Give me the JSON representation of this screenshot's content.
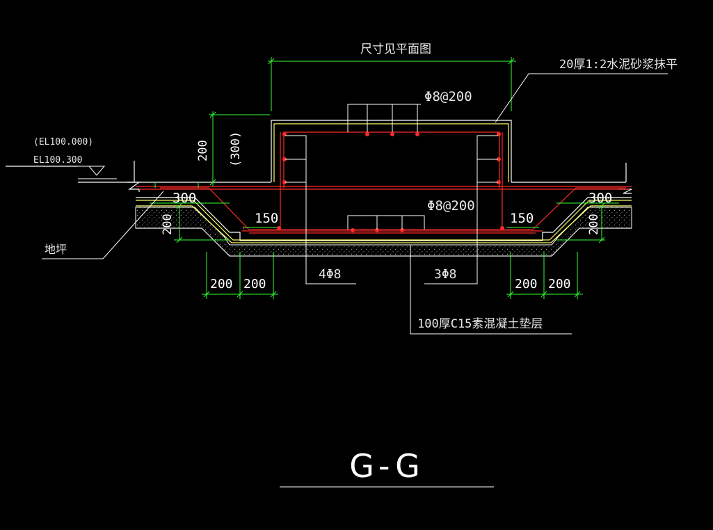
{
  "section_title": "G-G",
  "labels": {
    "plan_ref": "尺寸见平面图",
    "mortar": "20厚1:2水泥砂浆抹平",
    "rebar_top": "Φ8@200",
    "rebar_bottom": "Φ8@200",
    "el_bracket": "(EL100.000)",
    "el_level": "EL100.300",
    "ground": "地坪",
    "bars_left": "4Φ8",
    "bars_right": "3Φ8",
    "cushion": "100厚C15素混凝土垫层"
  },
  "dimensions": {
    "curb_height": "200",
    "curb_height_alt": "(300)",
    "left_300": "300",
    "right_300": "300",
    "left_200_v": "200",
    "right_200_v": "200",
    "left_150": "150",
    "right_150": "150",
    "bottom_left_a": "200",
    "bottom_left_b": "200",
    "bottom_right_a": "200",
    "bottom_right_b": "200"
  },
  "colors": {
    "background": "#000000",
    "concrete_outline": "#ffffff",
    "rebar": "#ff2a2a",
    "finish_layer": "#ffff66",
    "dimension": "#33ff33",
    "leader": "#ffffff"
  }
}
